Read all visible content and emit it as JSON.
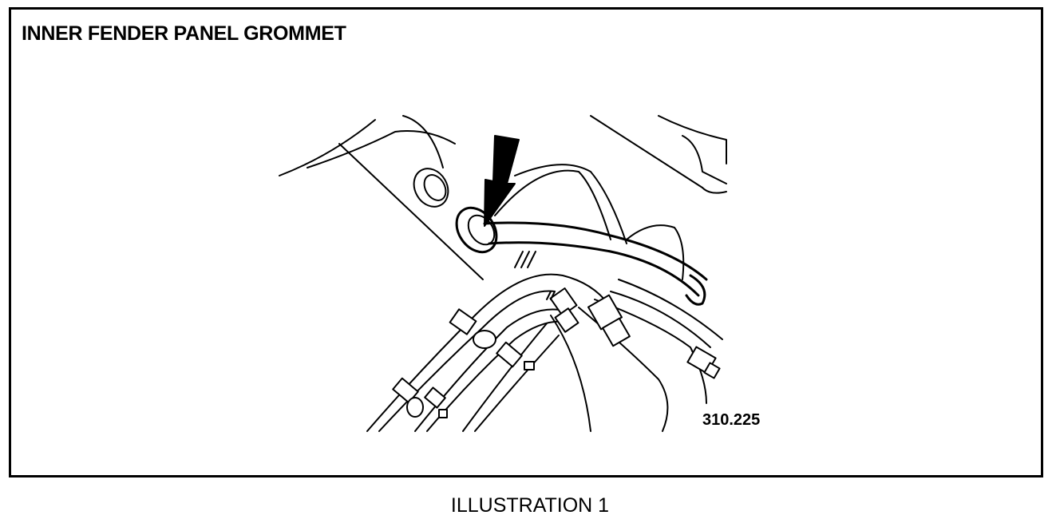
{
  "figure": {
    "title": "INNER FENDER PANEL GROMMET",
    "part_number": "310.225",
    "caption": "ILLUSTRATION 1"
  },
  "icons": {
    "arrow": "pointer-arrow-icon",
    "grommet": "grommet-icon"
  }
}
